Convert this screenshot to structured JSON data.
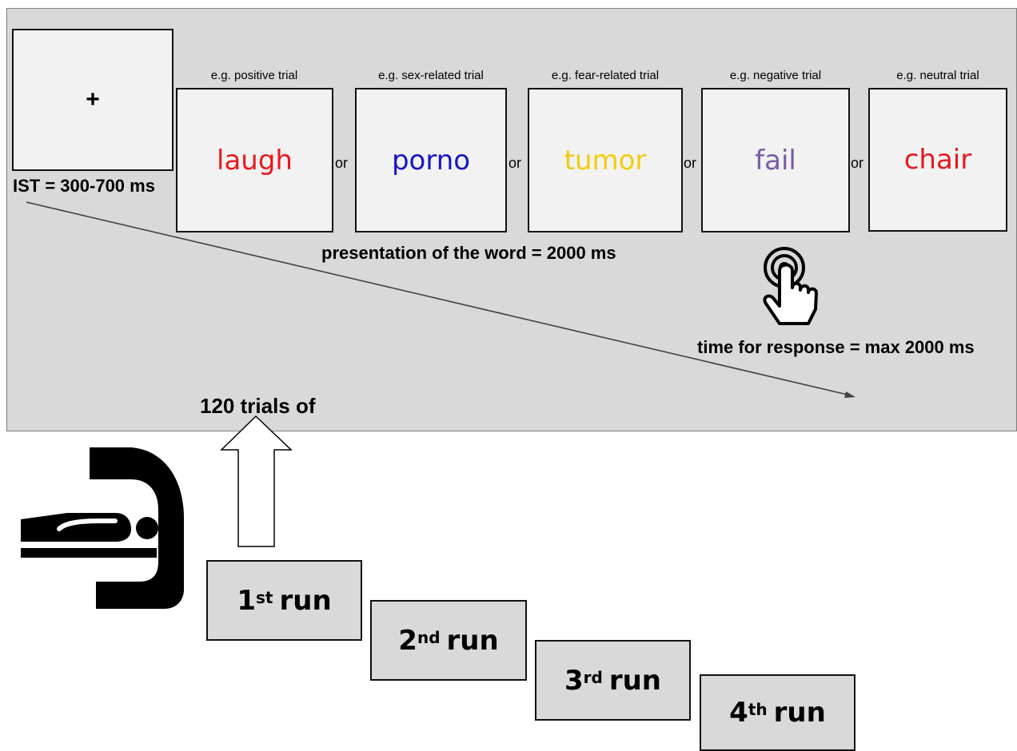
{
  "fixation": {
    "symbol": "+",
    "ist_label": "IST = 300-700 ms"
  },
  "trials": [
    {
      "label": "e.g. positive trial",
      "word": "laugh",
      "color": "#e8191f"
    },
    {
      "label": "e.g. sex-related trial",
      "word": "porno",
      "color": "#1516c8"
    },
    {
      "label": "e.g. fear-related trial",
      "word": "tumor",
      "color": "#f2cc0c"
    },
    {
      "label": "e.g. negative trial",
      "word": "fail",
      "color": "#7b5aa6"
    },
    {
      "label": "e.g. neutral trial",
      "word": "chair",
      "color": "#e8191f"
    }
  ],
  "or_text": "or",
  "presentation_label": "presentation of the word = 2000 ms",
  "response_label": "time for response = max 2000 ms",
  "trials_of_label": "120 trials of",
  "runs": [
    {
      "num": "1",
      "sup": "st",
      "word": "run"
    },
    {
      "num": "2",
      "sup": "nd",
      "word": "run"
    },
    {
      "num": "3",
      "sup": "rd",
      "word": "run"
    },
    {
      "num": "4",
      "sup": "th",
      "word": "run"
    }
  ],
  "icons": {
    "scanner": "mri-scanner-icon",
    "touch": "touch-press-icon",
    "arrow": "up-arrow-icon"
  }
}
